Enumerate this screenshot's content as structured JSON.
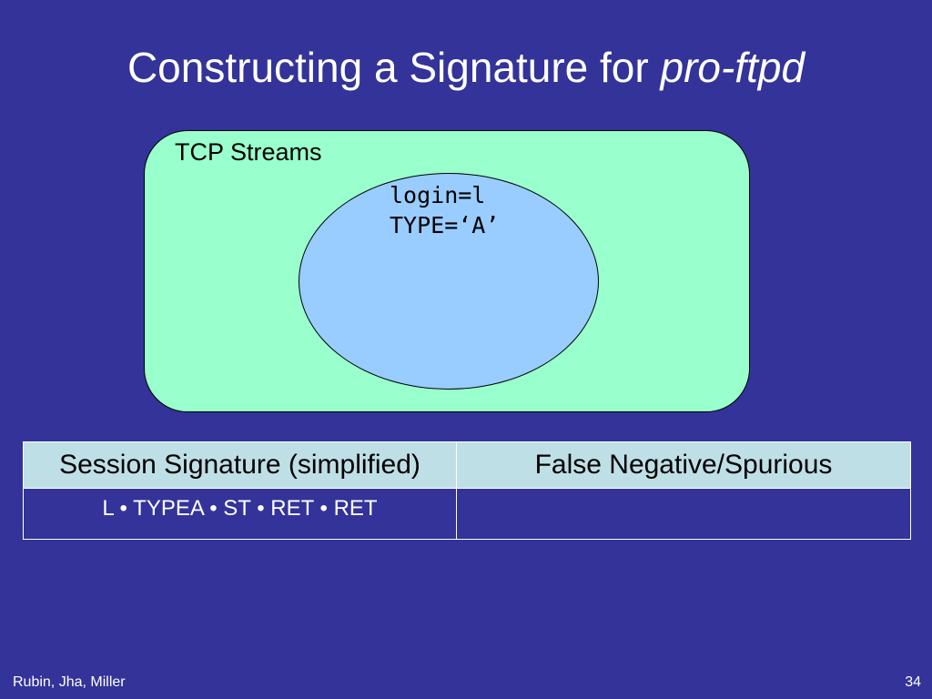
{
  "slide": {
    "title_prefix": "Constructing a Signature for ",
    "title_emphasis": "pro-ftpd"
  },
  "diagram": {
    "outer_label": "TCP Streams",
    "inner_lines": [
      "login=l",
      "TYPE=‘A’"
    ]
  },
  "table": {
    "headers": [
      "Session Signature (simplified)",
      "False Negative/Spurious"
    ],
    "rows": [
      [
        "L • TYPEA • ST • RET • RET",
        ""
      ]
    ]
  },
  "footer": {
    "authors": "Rubin, Jha, Miller",
    "page_number": "34"
  },
  "colors": {
    "background": "#333399",
    "outer_box": "#99ffcc",
    "inner_ellipse": "#99ccff",
    "table_header": "#bfdfe6"
  }
}
